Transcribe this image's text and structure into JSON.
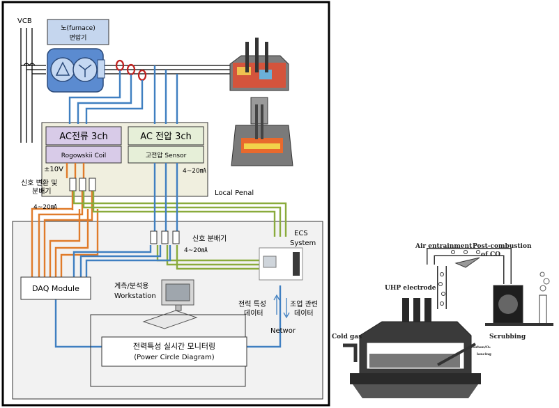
{
  "left_diagram": {
    "vcb_label": "VCB",
    "transformer": {
      "line1": "노(furnace)",
      "line2": "변압기"
    },
    "ac_current": {
      "title": "AC전류 3ch",
      "sensor": "Rogowskii Coil"
    },
    "ac_voltage": {
      "title": "AC 전압 3ch",
      "sensor": "고전압 Sensor"
    },
    "pm10v": "±10V",
    "ma_right": "4~20㎃",
    "signal_conv": {
      "line1": "신호 변환 및",
      "line2": "분배기"
    },
    "ma_left": "4~20㎃",
    "local_panel": "Local Penal",
    "signal_dist": "신호 분배기",
    "ma_mid": "4~20㎃",
    "ecs": {
      "line1": "ECS",
      "line2": "System"
    },
    "daq": "DAQ Module",
    "workstation": {
      "line1": "계측/분석용",
      "line2": "Workstation"
    },
    "power_data": {
      "line1": "전력 특성",
      "line2": "데이터"
    },
    "op_data": {
      "line1": "조업 관련",
      "line2": "데이터"
    },
    "network": "Networ",
    "monitor": {
      "line1": "전력특성 실시간 모니터링",
      "line2": "(Power Circle Diagram)"
    }
  },
  "right_diagram": {
    "air": "Air entrainment",
    "post": {
      "line1": "Post-combustion",
      "line2": "of CO"
    },
    "uhp": "UHP electrode",
    "scrubbing": "Scrubbing",
    "cold_gas": "Cold gas",
    "lancing": {
      "line1": "carbon/O₂",
      "line2": "lancing"
    }
  },
  "colors": {
    "orange": "#e07b2a",
    "blue": "#3f7fc1",
    "green": "#8aab3c",
    "panel_fill": "#f0efdf",
    "ecs_fill": "#f2f2f2"
  }
}
